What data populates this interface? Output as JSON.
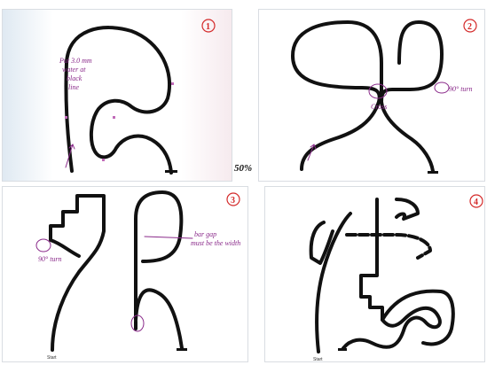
{
  "sheets": [
    {
      "badge": "1",
      "notes": [
        "Put 3.0 mm",
        "water at",
        "black",
        "line"
      ]
    },
    {
      "badge": "2",
      "notes": [
        "Cross",
        "90° turn"
      ]
    },
    {
      "badge": "3",
      "notes": [
        "90° turn",
        "bar gap",
        "must be the width"
      ],
      "start_label": "Start"
    },
    {
      "badge": "4",
      "notes": [],
      "start_label": "Start"
    }
  ],
  "scale_note": "50%",
  "colors": {
    "track": "#111111",
    "ink": "#8a2a8a",
    "badge": "#d42a2a"
  }
}
